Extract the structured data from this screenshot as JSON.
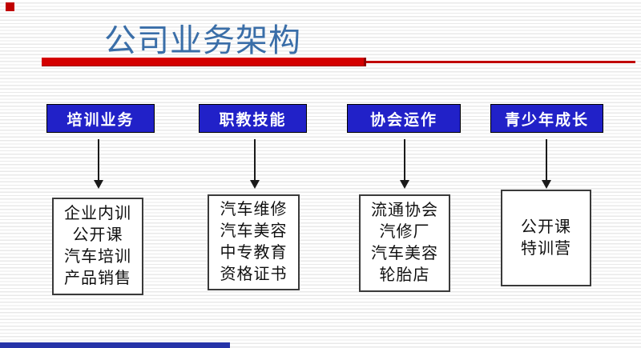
{
  "slide": {
    "title": "公司业务架构",
    "columns": [
      {
        "header": "培训业务",
        "items": [
          "企业内训",
          "公开课",
          "汽车培训",
          "产品销售"
        ]
      },
      {
        "header": "职教技能",
        "items": [
          "汽车维修",
          "汽车美容",
          "中专教育",
          "资格证书"
        ]
      },
      {
        "header": "协会运作",
        "items": [
          "流通协会",
          "汽修厂",
          "汽车美容",
          "轮胎店"
        ]
      },
      {
        "header": "青少年成长",
        "items": [
          "公开课",
          "特训营"
        ]
      }
    ],
    "colors": {
      "header_fill": "#2121c8",
      "header_text": "#ffffff",
      "title_text": "#3a6ea8",
      "accent_red": "#d40000",
      "corner_square_red": "#c00000",
      "footer_blue": "#2633a8",
      "arrow_black": "#1a1a1a"
    }
  }
}
